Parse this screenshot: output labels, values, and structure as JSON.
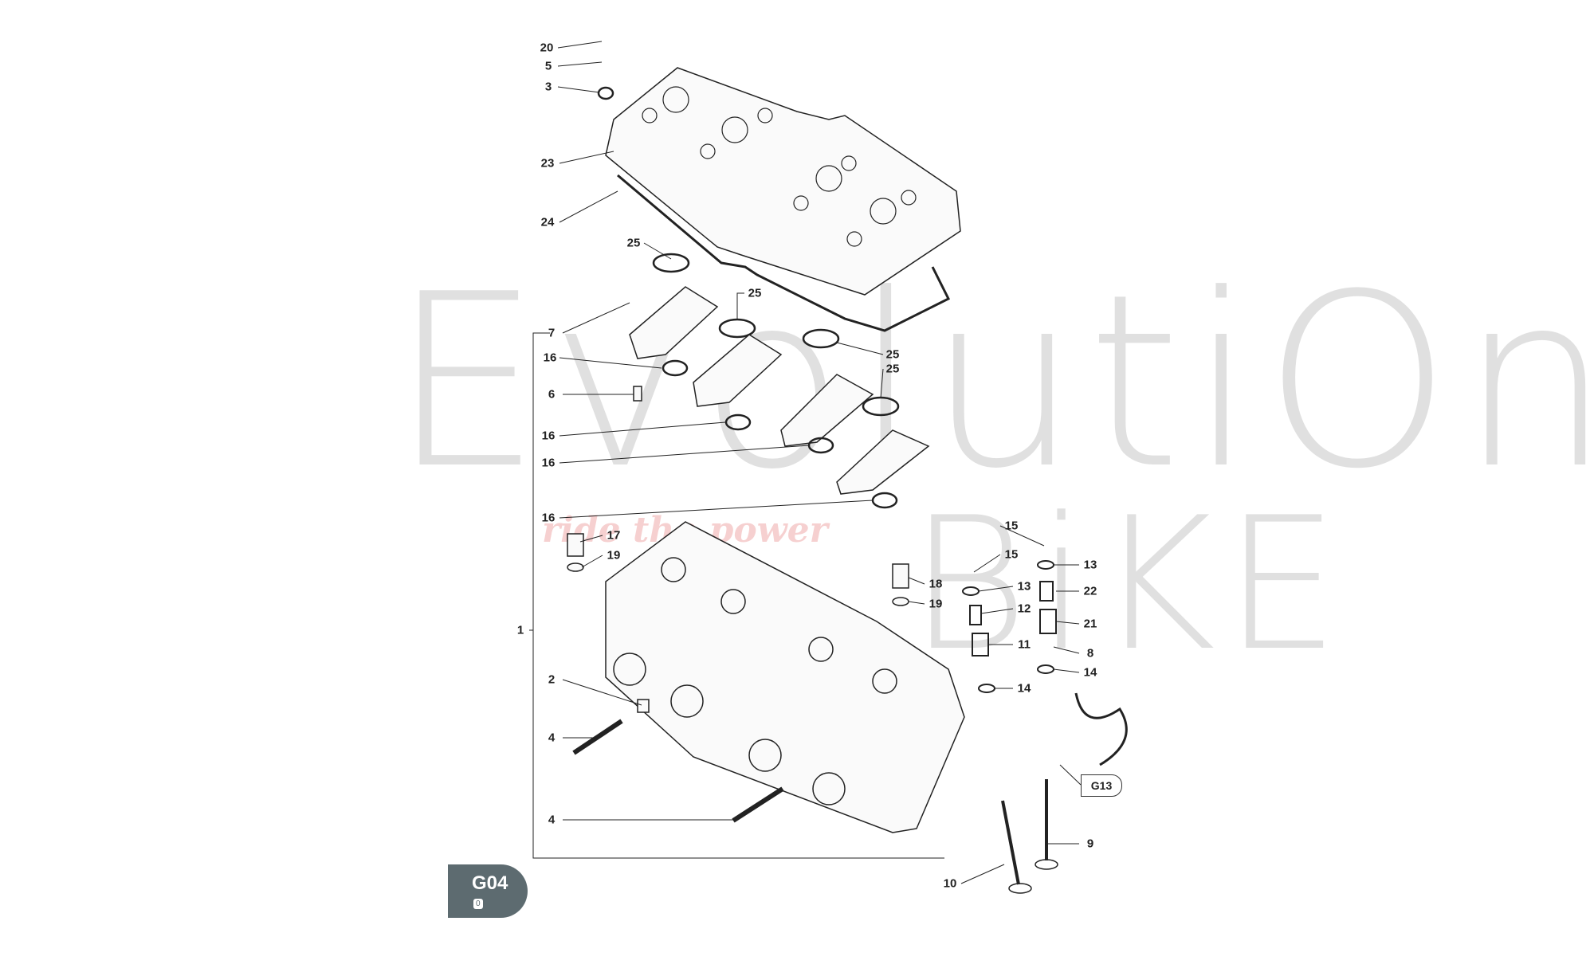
{
  "watermark": {
    "brand_main": "EvolutiOn",
    "brand_sub": "BiKE",
    "tagline": "ride the power"
  },
  "badge": {
    "code": "G04",
    "revision": "0"
  },
  "reference": {
    "code": "G13"
  },
  "callouts": [
    "20",
    "5",
    "3",
    "23",
    "24",
    "25",
    "25",
    "7",
    "25",
    "25",
    "16",
    "6",
    "16",
    "16",
    "16",
    "17",
    "19",
    "18",
    "19",
    "15",
    "15",
    "13",
    "13",
    "22",
    "12",
    "21",
    "11",
    "8",
    "14",
    "14",
    "1",
    "2",
    "4",
    "4",
    "9",
    "10"
  ]
}
